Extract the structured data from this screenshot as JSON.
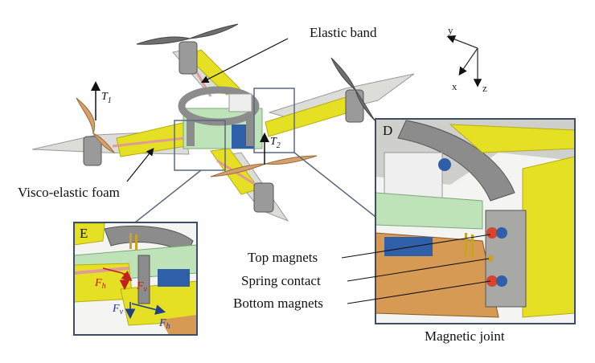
{
  "labels": {
    "elastic_band": "Elastic band",
    "visco_foam": "Visco-elastic foam",
    "top_magnets": "Top magnets",
    "spring_contact": "Spring contact",
    "bottom_magnets": "Bottom magnets",
    "magnetic_joint": "Magnetic joint"
  },
  "panels": {
    "detail_d": "D",
    "detail_e": "E"
  },
  "axes": {
    "y": "y",
    "x": "x",
    "z": "z"
  },
  "thrust": {
    "t1_main": "T",
    "t1_sub": "1",
    "t2_main": "T",
    "t2_sub": "2"
  },
  "forces": {
    "fh": "F",
    "fh_sub": "h",
    "fv": "F",
    "fv_sub": "v",
    "fv2": "F",
    "fv2_sub": "v",
    "fh2": "F",
    "fh2_sub": "h"
  },
  "colors": {
    "foam_yellow": "#e6e024",
    "foam_edge": "#b5ad10",
    "plate_grey": "#d9d9d6",
    "frame_grey": "#8c8c8c",
    "propeller_tan": "#d6a06a",
    "propeller_dark": "#6f6f6f",
    "board_green": "#bfe3b8",
    "battery_blue": "#2f5fa8",
    "magnet_red": "#d7432f",
    "band_pink": "#e09a98",
    "force_red": "#c0211b",
    "force_blue": "#1f3f8a",
    "callout_line": "#5a6a80"
  }
}
